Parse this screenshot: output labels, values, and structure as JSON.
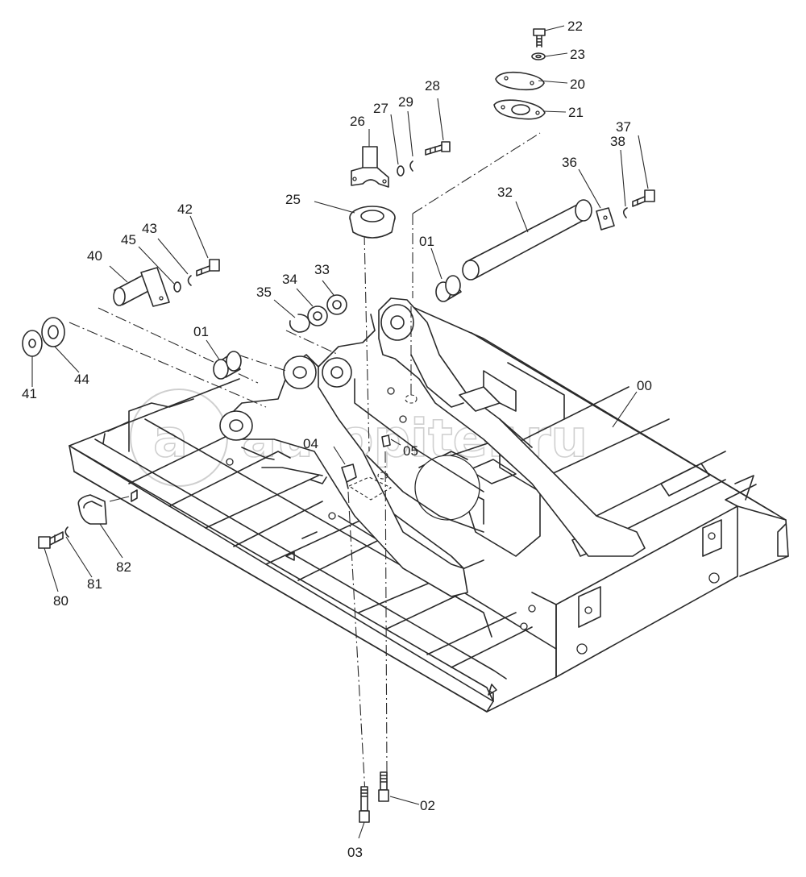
{
  "watermark": {
    "text": "autopiter.ru",
    "symbol": "a"
  },
  "callouts": {
    "c00": "00",
    "c01a": "01",
    "c01b": "01",
    "c02": "02",
    "c03": "03",
    "c04": "04",
    "c05": "05",
    "c20": "20",
    "c21": "21",
    "c22": "22",
    "c23": "23",
    "c25": "25",
    "c26": "26",
    "c27": "27",
    "c28": "28",
    "c29": "29",
    "c32": "32",
    "c33": "33",
    "c34": "34",
    "c35": "35",
    "c36": "36",
    "c37": "37",
    "c38": "38",
    "c40": "40",
    "c41": "41",
    "c42": "42",
    "c43": "43",
    "c44": "44",
    "c45": "45",
    "c80": "80",
    "c81": "81",
    "c82": "82"
  }
}
